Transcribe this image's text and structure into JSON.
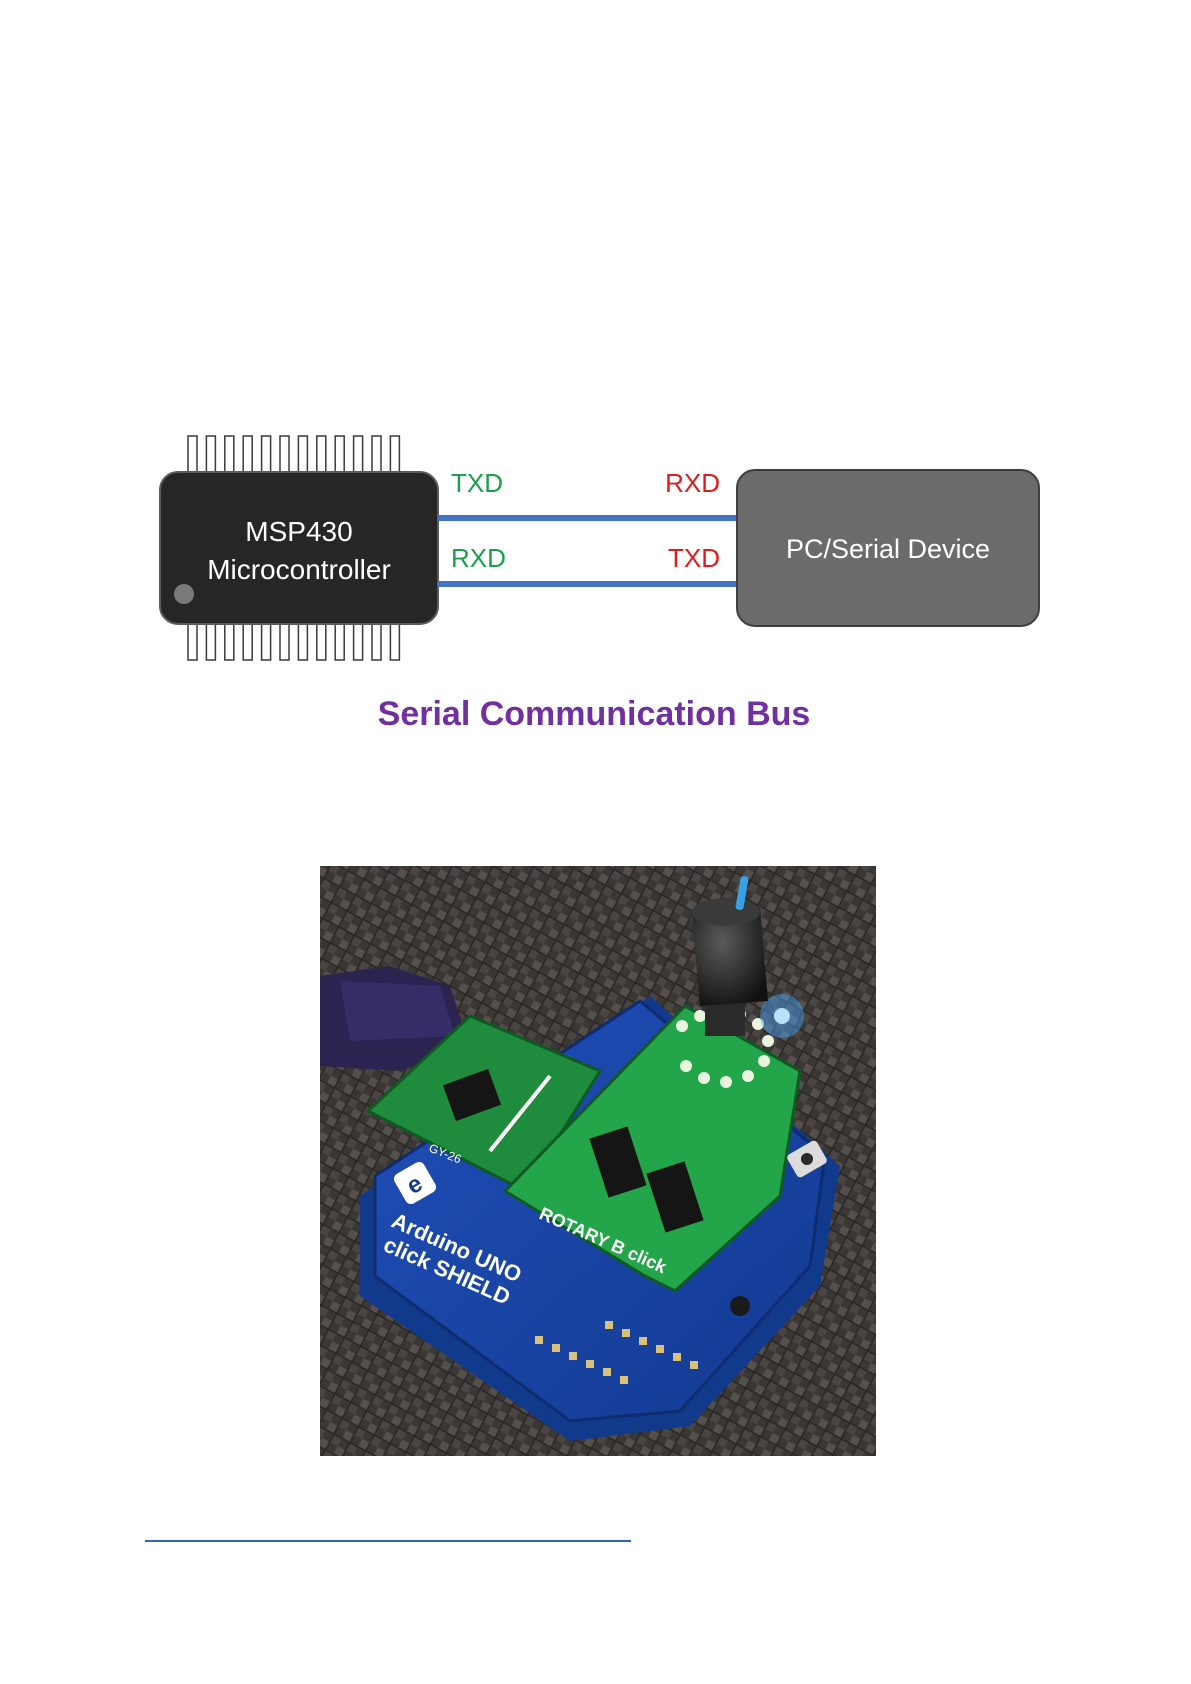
{
  "diagram": {
    "title": "Serial Communication Bus",
    "mcu": {
      "line1": "MSP430",
      "line2": "Microcontroller"
    },
    "device": {
      "label": "PC/Serial Device"
    },
    "signals": {
      "top_left": "TXD",
      "top_right": "RXD",
      "bottom_left": "RXD",
      "bottom_right": "TXD"
    },
    "colors": {
      "tx_label": "#1aa04a",
      "rx_label": "#e01b1b",
      "wire": "#4472c4",
      "title": "#7030a0",
      "mcu_body": "#262626",
      "device_body": "#6b6b6b"
    }
  },
  "photo": {
    "board_labels": {
      "shield_line1": "Arduino UNO",
      "shield_line2": "click SHIELD",
      "click_board": "ROTARY B click",
      "sensor": "GY-26"
    }
  },
  "footnote": {
    "rule_color": "#2f62c9"
  }
}
